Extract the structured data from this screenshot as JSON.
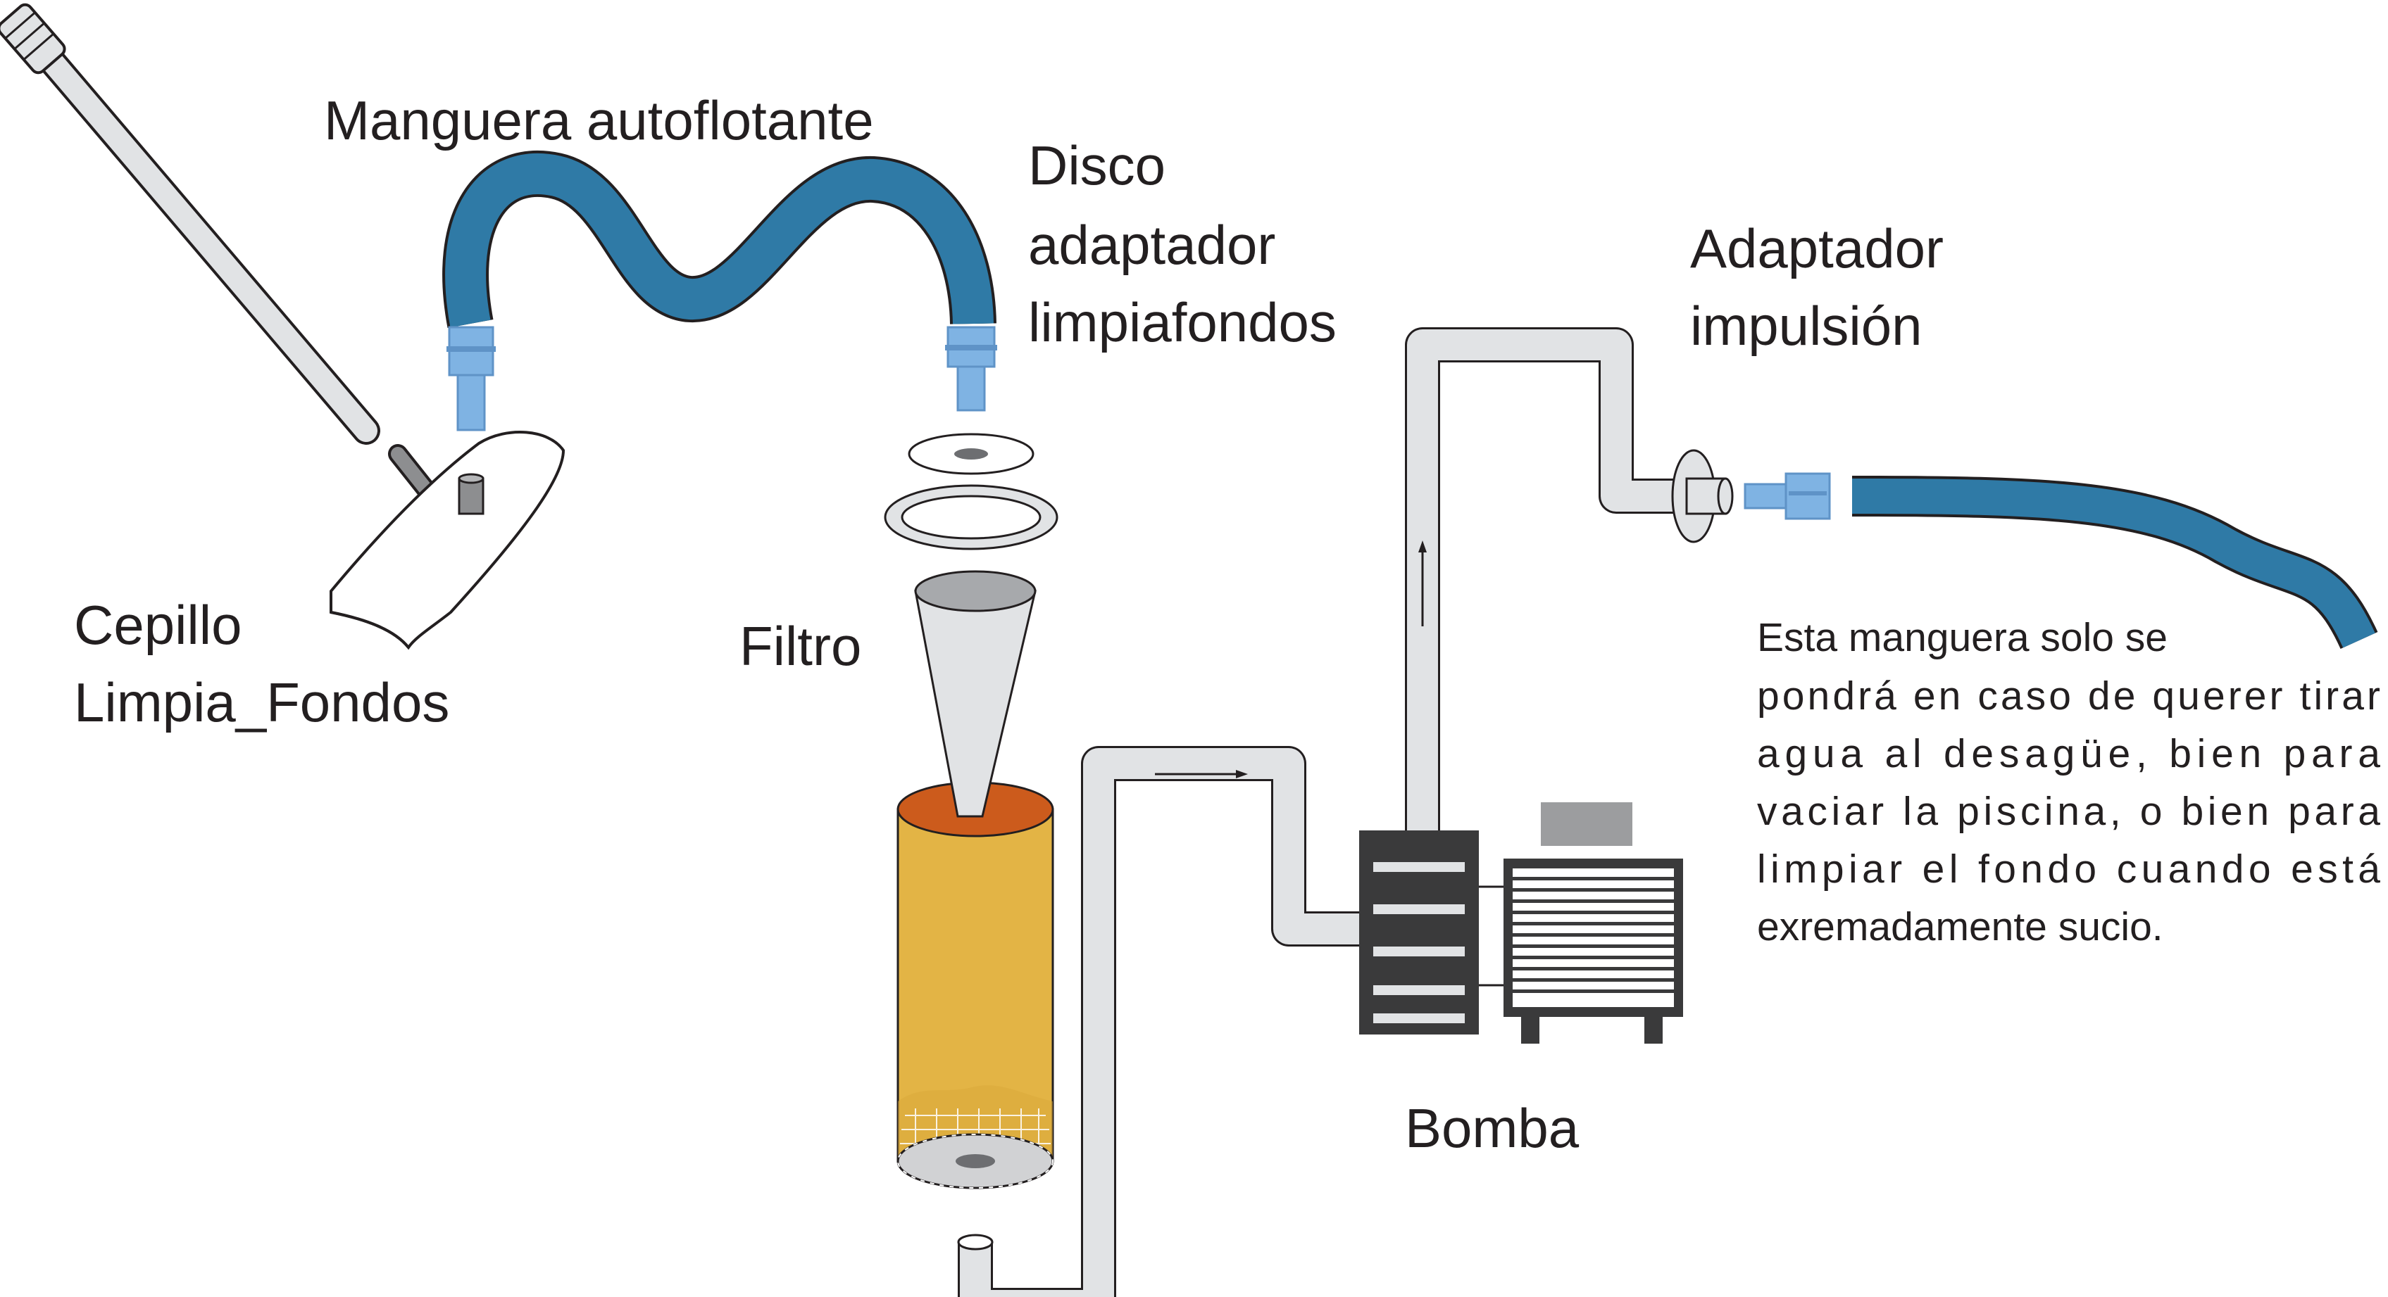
{
  "labels": {
    "hose": "Manguera autoflotante",
    "disc_line1": "Disco",
    "disc_line2": "adaptador",
    "disc_line3": "limpiafondos",
    "brush_line1": "Cepillo",
    "brush_line2": "Limpia_Fondos",
    "filter": "Filtro",
    "pump": "Bomba",
    "adapter_line1": "Adaptador",
    "adapter_line2": "impulsión"
  },
  "note": {
    "lines": [
      "Esta manguera solo se",
      "pondrá en caso de querer tirar",
      "agua al desagüe, bien para",
      "vaciar la piscina, o bien para",
      "limpiar el fondo cuando está",
      "exremadamente sucio."
    ]
  },
  "colors": {
    "hose": "#2f7aa6",
    "connector": "#7fb3e3",
    "connector_dark": "#5f93c7",
    "pipe": "#e1e3e5",
    "outline": "#231f20",
    "filter_body": "#e3b445",
    "filter_top": "#cc5b1c",
    "pump_dark": "#3a3a3b",
    "motor_lid": "#9c9d9f"
  },
  "icons": [
    "brush-icon",
    "hose-icon",
    "disc-icon",
    "filter-icon",
    "pump-icon",
    "motor-icon",
    "flow-arrow-icon"
  ]
}
